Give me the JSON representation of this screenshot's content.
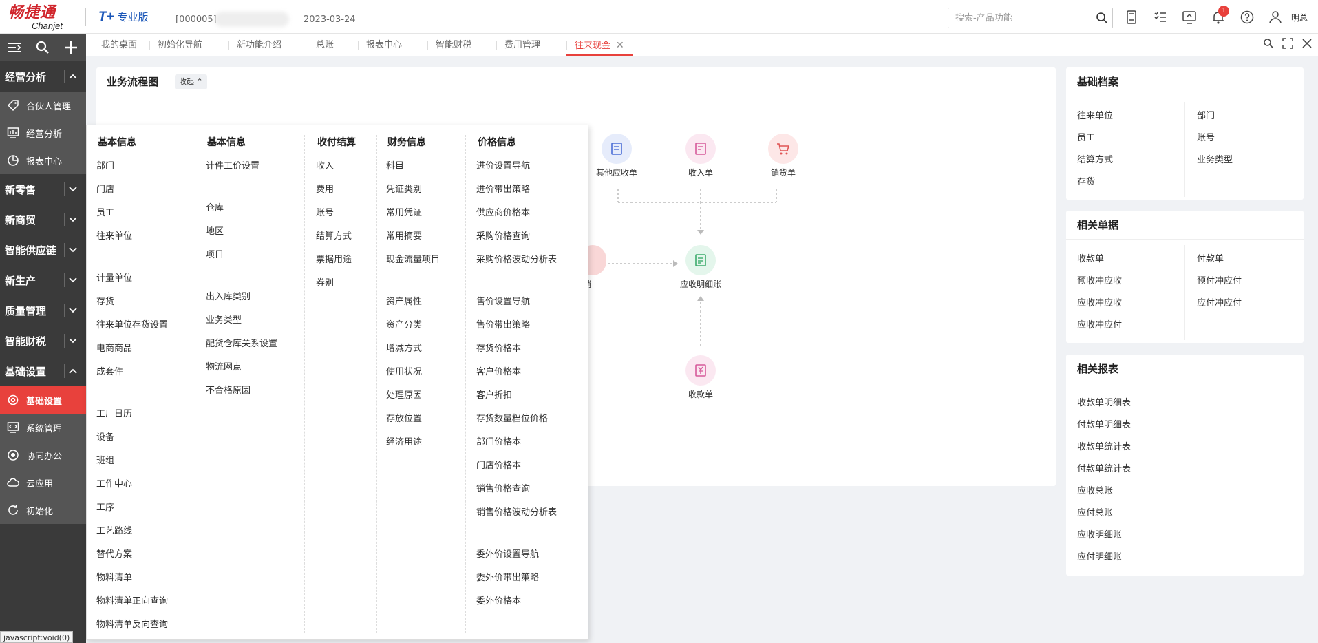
{
  "topbar": {
    "logo_cn": "畅捷通",
    "logo_en": "Chanjet",
    "edition_prefix": "T+",
    "edition_label": "专业版",
    "account_code": "[000005]",
    "date": "2023-03-24",
    "search_placeholder": "搜索-产品功能",
    "notification_count": "1",
    "username": "明总"
  },
  "sidebar": {
    "groups": [
      {
        "label": "经营分析",
        "expanded": true
      },
      {
        "label": "新零售"
      },
      {
        "label": "新商贸"
      },
      {
        "label": "智能供应链"
      },
      {
        "label": "新生产"
      },
      {
        "label": "质量管理"
      },
      {
        "label": "智能财税"
      },
      {
        "label": "基础设置",
        "expanded": true
      }
    ],
    "analysis_items": [
      "合伙人管理",
      "经营分析",
      "报表中心"
    ],
    "settings_items": [
      "基础设置",
      "系统管理",
      "协同办公",
      "云应用",
      "初始化"
    ]
  },
  "tabs": [
    "我的桌面",
    "初始化导航",
    "新功能介绍",
    "总账",
    "报表中心",
    "智能财税",
    "费用管理",
    "往来现金"
  ],
  "main": {
    "title": "业务流程图",
    "collapse_label": "收起",
    "nodes": [
      "其他应收单",
      "收入单",
      "销货单",
      "应收明细账",
      "收款单"
    ],
    "partial_node": "销"
  },
  "dropdown": {
    "col1": {
      "header": "基本信息",
      "items": [
        "部门",
        "门店",
        "员工",
        "往来单位",
        "计量单位",
        "存货",
        "往来单位存货设置",
        "电商商品",
        "成套件",
        "工厂日历",
        "设备",
        "班组",
        "工作中心",
        "工序",
        "工艺路线",
        "替代方案",
        "物料清单",
        "物料清单正向查询",
        "物料清单反向查询"
      ]
    },
    "col2": {
      "header": "基本信息",
      "items": [
        "计件工价设置",
        "仓库",
        "地区",
        "项目",
        "出入库类别",
        "业务类型",
        "配货仓库关系设置",
        "物流网点",
        "不合格原因"
      ]
    },
    "col3": {
      "header": "收付结算",
      "items": [
        "收入",
        "费用",
        "账号",
        "结算方式",
        "票据用途",
        "券别"
      ]
    },
    "col4": {
      "header": "财务信息",
      "items": [
        "科目",
        "凭证类别",
        "常用凭证",
        "常用摘要",
        "现金流量项目",
        "资产属性",
        "资产分类",
        "增减方式",
        "使用状况",
        "处理原因",
        "存放位置",
        "经济用途"
      ]
    },
    "col5": {
      "header": "价格信息",
      "items": [
        "进价设置导航",
        "进价带出策略",
        "供应商价格本",
        "采购价格查询",
        "采购价格波动分析表",
        "售价设置导航",
        "售价带出策略",
        "存货价格本",
        "客户价格本",
        "客户折扣",
        "存货数量档位价格",
        "部门价格本",
        "门店价格本",
        "销售价格查询",
        "销售价格波动分析表",
        "委外价设置导航",
        "委外价带出策略",
        "委外价格本"
      ]
    }
  },
  "right": {
    "archives": {
      "title": "基础档案",
      "left": [
        "往来单位",
        "员工",
        "结算方式",
        "存货"
      ],
      "right": [
        "部门",
        "账号",
        "业务类型"
      ]
    },
    "docs": {
      "title": "相关单据",
      "left": [
        "收款单",
        "预收冲应收",
        "应收冲应收",
        "应收冲应付"
      ],
      "right": [
        "付款单",
        "预付冲应付",
        "应付冲应付"
      ]
    },
    "reports": {
      "title": "相关报表",
      "items": [
        "收款单明细表",
        "付款单明细表",
        "收款单统计表",
        "付款单统计表",
        "应收总账",
        "应付总账",
        "应收明细账",
        "应付明细账"
      ]
    }
  },
  "status_text": "javascript:void(0)",
  "colors": {
    "accent": "#e8413c",
    "brand_blue": "#1a56b8",
    "sidebar_bg": "#3a3a3a"
  }
}
